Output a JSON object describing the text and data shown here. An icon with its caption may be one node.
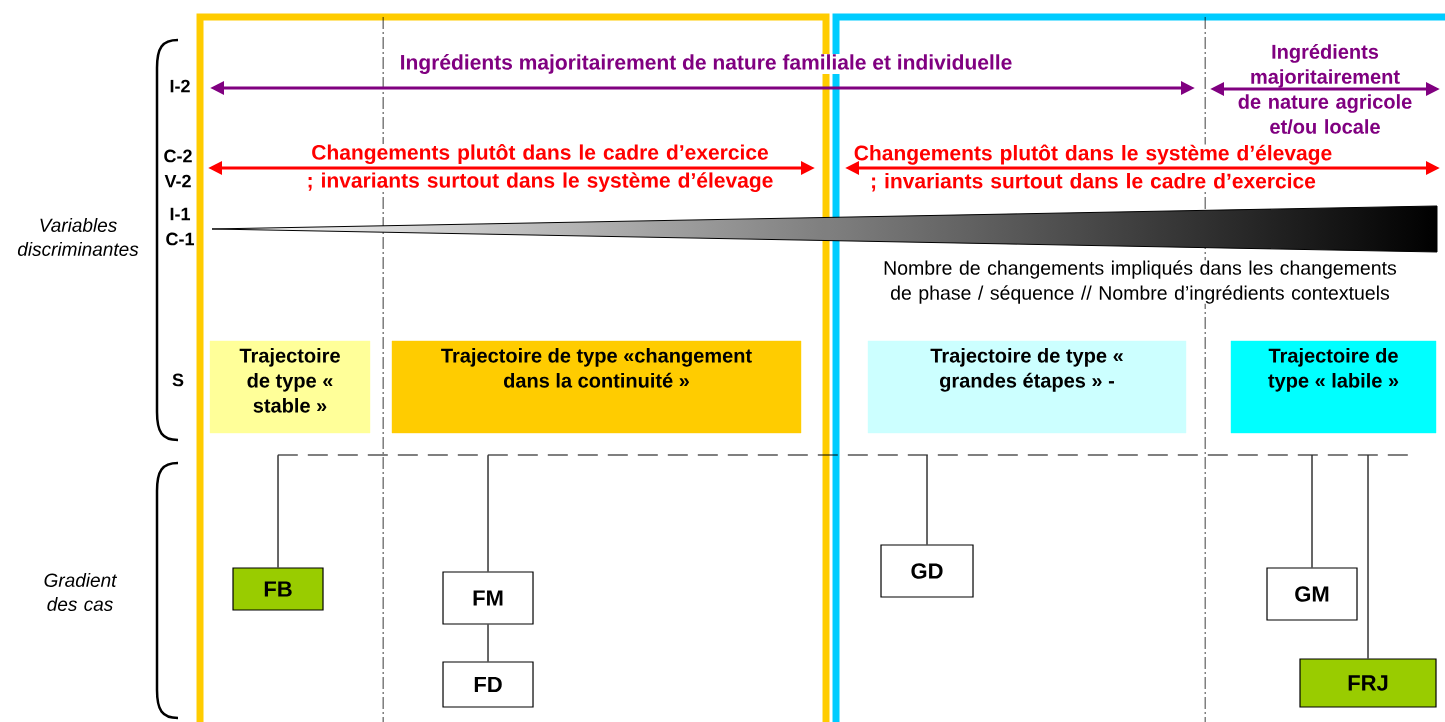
{
  "diagram": {
    "nodes": [
      {
        "text": [
          "Trajectoire de type « stable »"
        ]
      },
      {
        "text": [
          "Trajectoire de type «changement dans la continuité »"
        ]
      },
      {
        "text": [
          "Trajectoire de type « grandes étapes » -"
        ]
      },
      {
        "text": [
          "Trajectoire de type « labile »"
        ]
      },
      {
        "text": [],
        "shape": "line"
      },
      {
        "text": [
          "FB"
        ]
      },
      {
        "text": [
          "FM"
        ]
      },
      {
        "text": [
          "FD"
        ]
      },
      {
        "text": [
          "GD"
        ]
      },
      {
        "text": [
          "GM"
        ]
      },
      {
        "text": [
          "FRJ"
        ]
      }
    ],
    "edges": [
      {
        "from": 4,
        "to": 5,
        "arrow": "none"
      },
      {
        "from": 4,
        "to": 6,
        "arrow": "none"
      },
      {
        "from": 6,
        "to": 7,
        "arrow": "none"
      },
      {
        "from": 4,
        "to": 8,
        "arrow": "none"
      },
      {
        "from": 4,
        "to": 9,
        "arrow": "none"
      },
      {
        "from": 4,
        "to": 10,
        "arrow": "none"
      }
    ],
    "labels": [
      "Ingrédients majoritairement de nature familiale et individuelle",
      "I-2",
      "Ingrédients majoritairement de nature agricole et/ou locale",
      "C-2",
      "V-2",
      "Changements plutôt dans le cadre d’exercice ; invariants surtout dans le système d’élevage",
      "Changements plutôt dans le système d’élevage ; invariants surtout dans le cadre d’exercice",
      "I-1",
      "C-1",
      "Variables discriminantes",
      "Nombre de changements impliqués dans les changements de phase / séquence // Nombre d’ingrédients contextuels",
      "S",
      "Gradient des cas"
    ]
  }
}
